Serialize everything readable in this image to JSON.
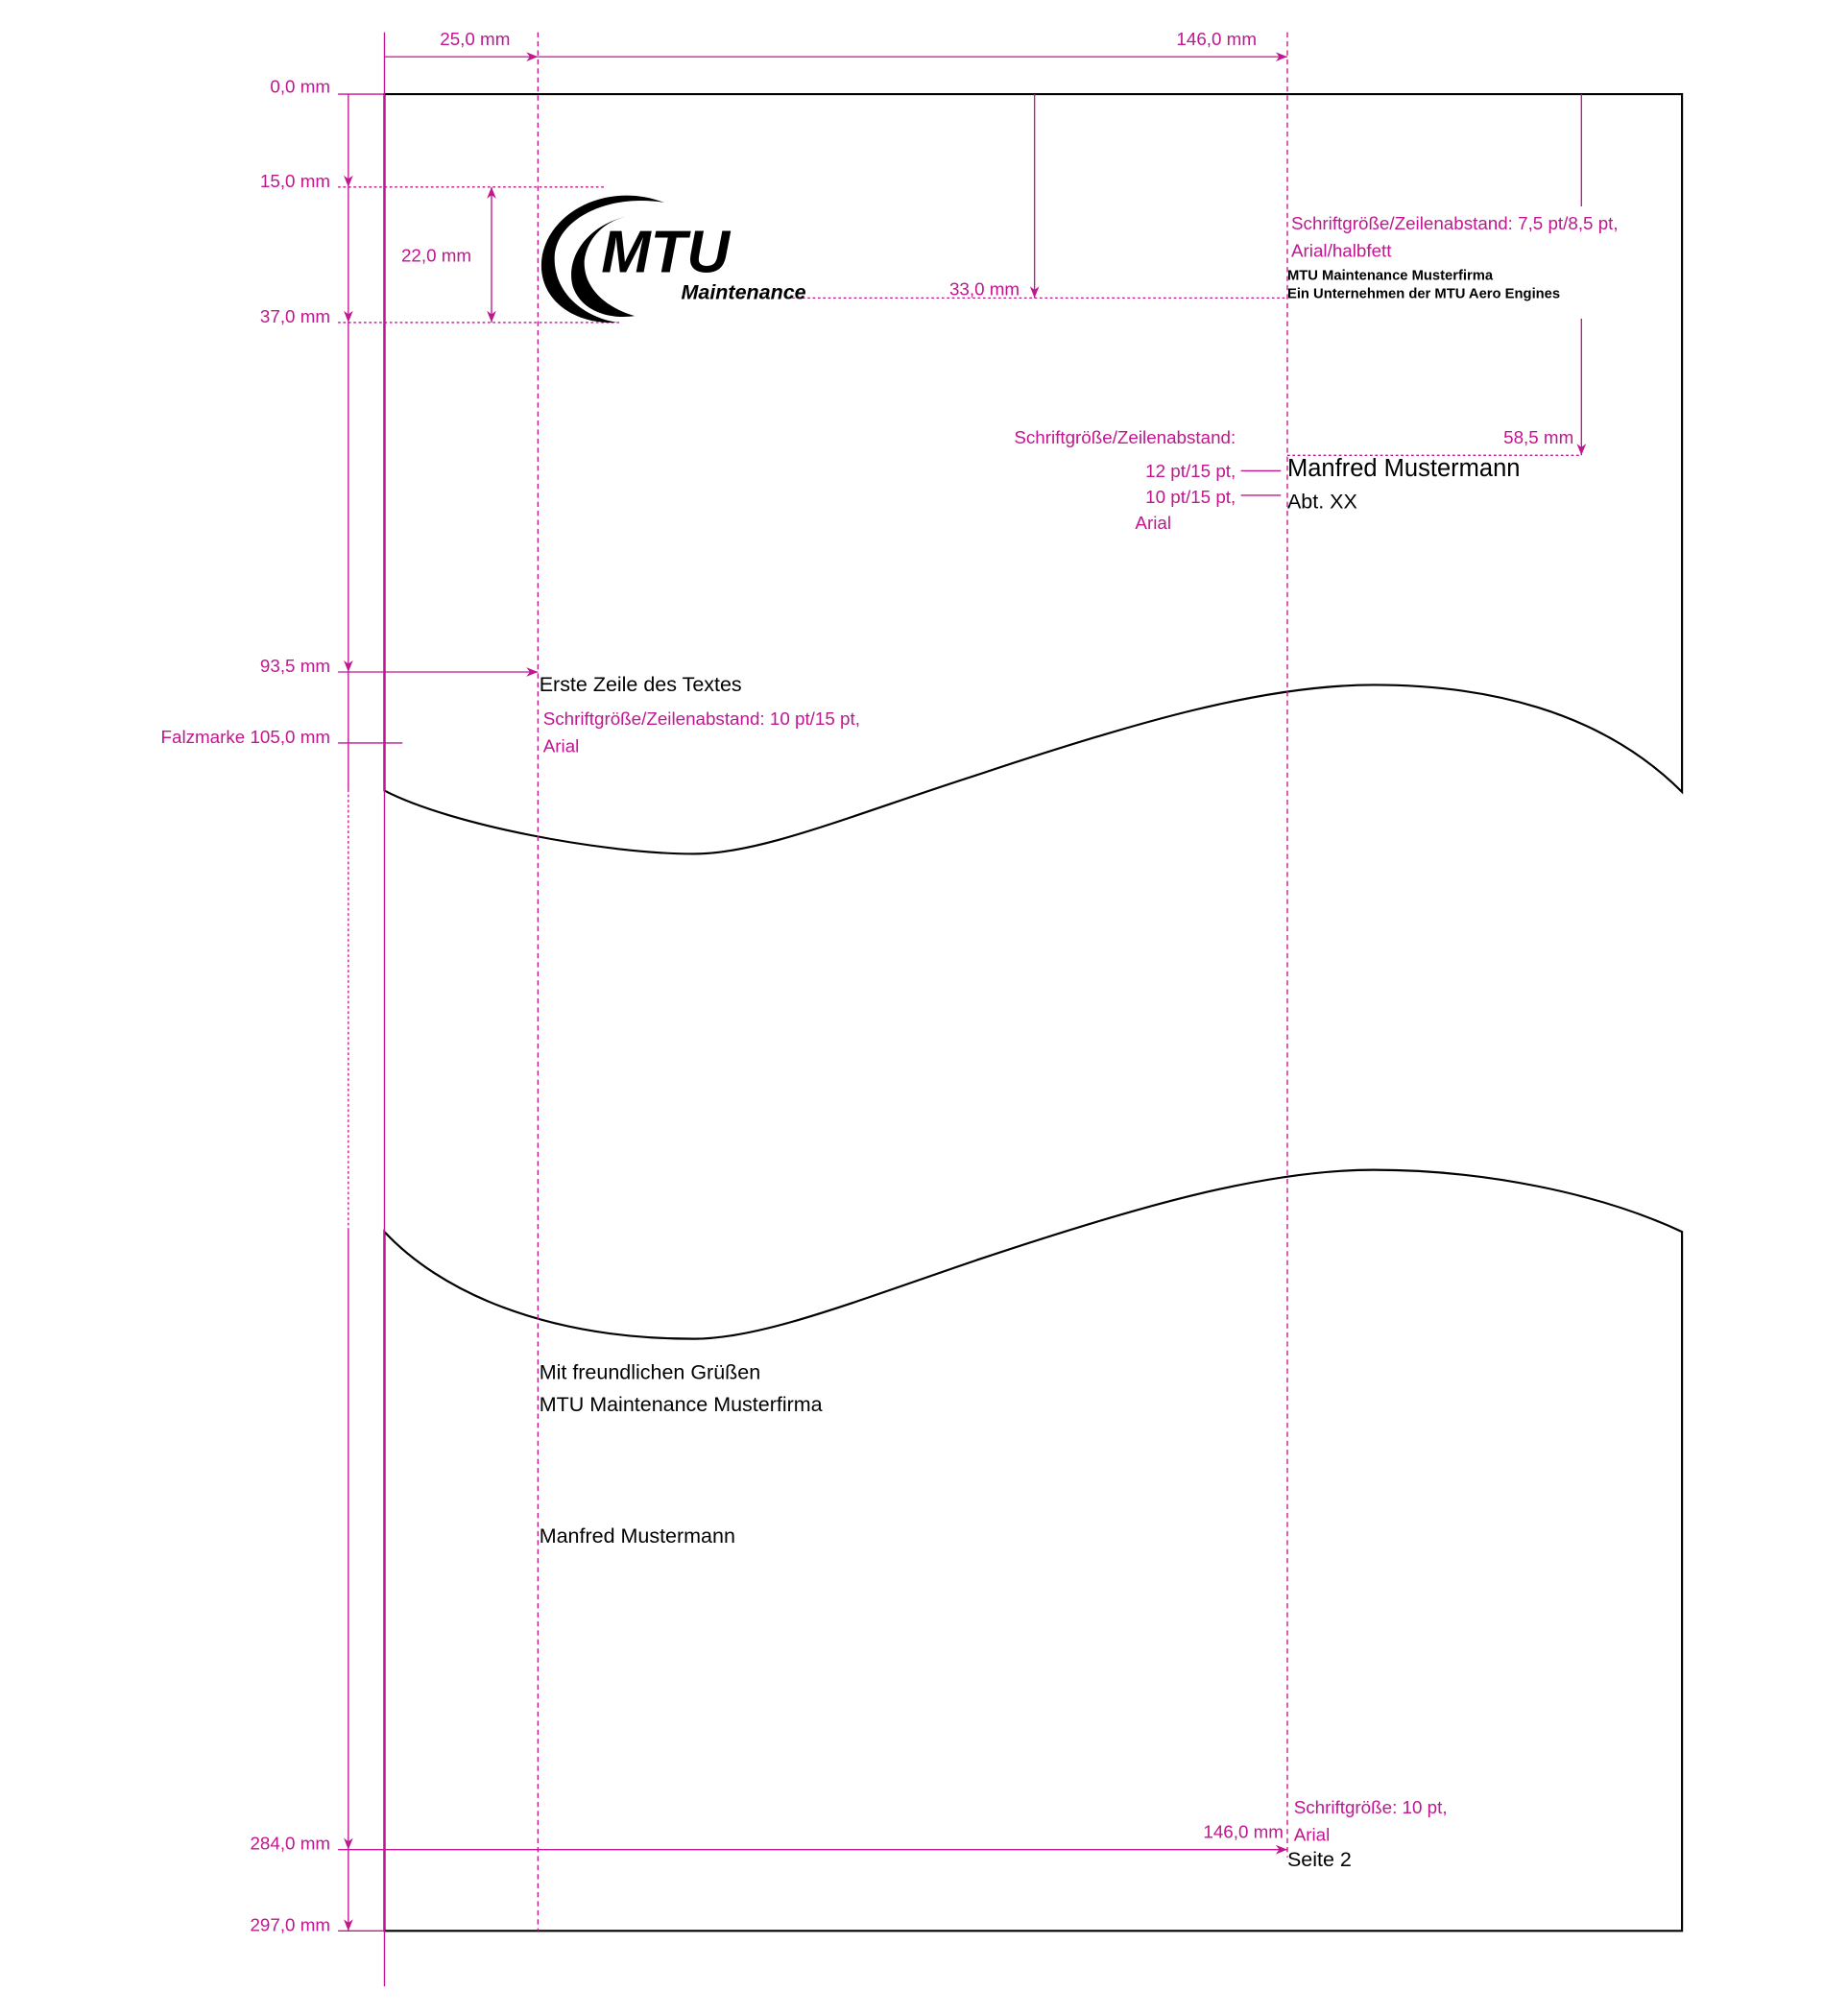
{
  "colors": {
    "annotation": "#c0168f",
    "ink": "#000000"
  },
  "dimensions": {
    "left_margin": "25,0 mm",
    "right_column": "146,0 mm",
    "top": "0,0 mm",
    "logo_top": "15,0 mm",
    "logo_height": "22,0 mm",
    "logo_bottom": "37,0 mm",
    "sender_line": "33,0 mm",
    "address_top": "58,5 mm",
    "text_start": "93,5 mm",
    "fold_mark": "Falzmarke 105,0 mm",
    "page_number_pos": "284,0 mm",
    "page_number_col": "146,0 mm",
    "bottom": "297,0 mm"
  },
  "logo": {
    "wordmark": "MTU",
    "subline": "Maintenance"
  },
  "sender": {
    "spec_line1": "Schriftgröße/Zeilenabstand: 7,5 pt/8,5 pt,",
    "spec_line2": "Arial/halbfett",
    "line1": "MTU Maintenance Musterfirma",
    "line2": "Ein Unternehmen der MTU Aero Engines"
  },
  "address": {
    "spec_title": "Schriftgröße/Zeilenabstand:",
    "spec_name": "12 pt/15 pt,",
    "spec_dept": "10 pt/15 pt,",
    "spec_font": "Arial",
    "name": "Manfred Mustermann",
    "dept": "Abt. XX"
  },
  "body": {
    "first_line": "Erste Zeile des Textes",
    "spec_line1": "Schriftgröße/Zeilenabstand: 10 pt/15 pt,",
    "spec_line2": "Arial"
  },
  "closing": {
    "greeting": "Mit freundlichen Grüßen",
    "company": "MTU Maintenance Musterfirma",
    "signatory": "Manfred Mustermann"
  },
  "footer": {
    "spec_line1": "Schriftgröße: 10 pt,",
    "spec_line2": "Arial",
    "page_label": "Seite 2"
  }
}
